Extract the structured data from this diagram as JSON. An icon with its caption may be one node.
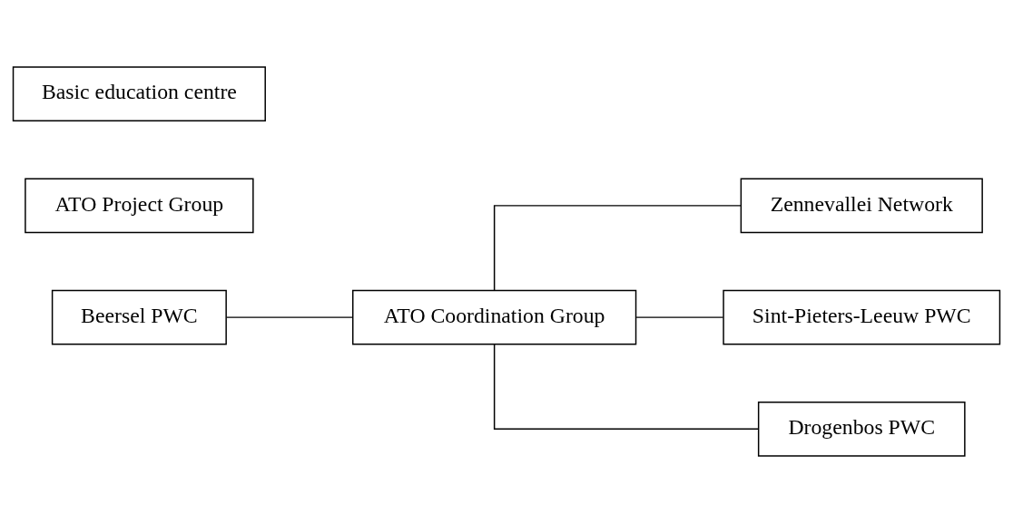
{
  "diagram": {
    "nodes": [
      {
        "text": [
          "Zennevallei Network"
        ]
      },
      {
        "text": [
          "Sint-Pieters-Leeuw PWC"
        ]
      },
      {
        "text": [
          "Beersel PWC"
        ]
      },
      {
        "text": [
          "ATO Coordination Group"
        ]
      },
      {
        "text": [
          "Drogenbos PWC"
        ]
      },
      {
        "text": [
          "ATO Project Group"
        ]
      },
      {
        "text": [
          "Basic education centre"
        ]
      }
    ],
    "edges": [
      {
        "from": 2,
        "to": 3,
        "arrow": "none"
      },
      {
        "from": 3,
        "to": 0,
        "arrow": "none"
      },
      {
        "from": 3,
        "to": 1,
        "arrow": "none"
      },
      {
        "from": 3,
        "to": 4,
        "arrow": "none"
      }
    ]
  }
}
